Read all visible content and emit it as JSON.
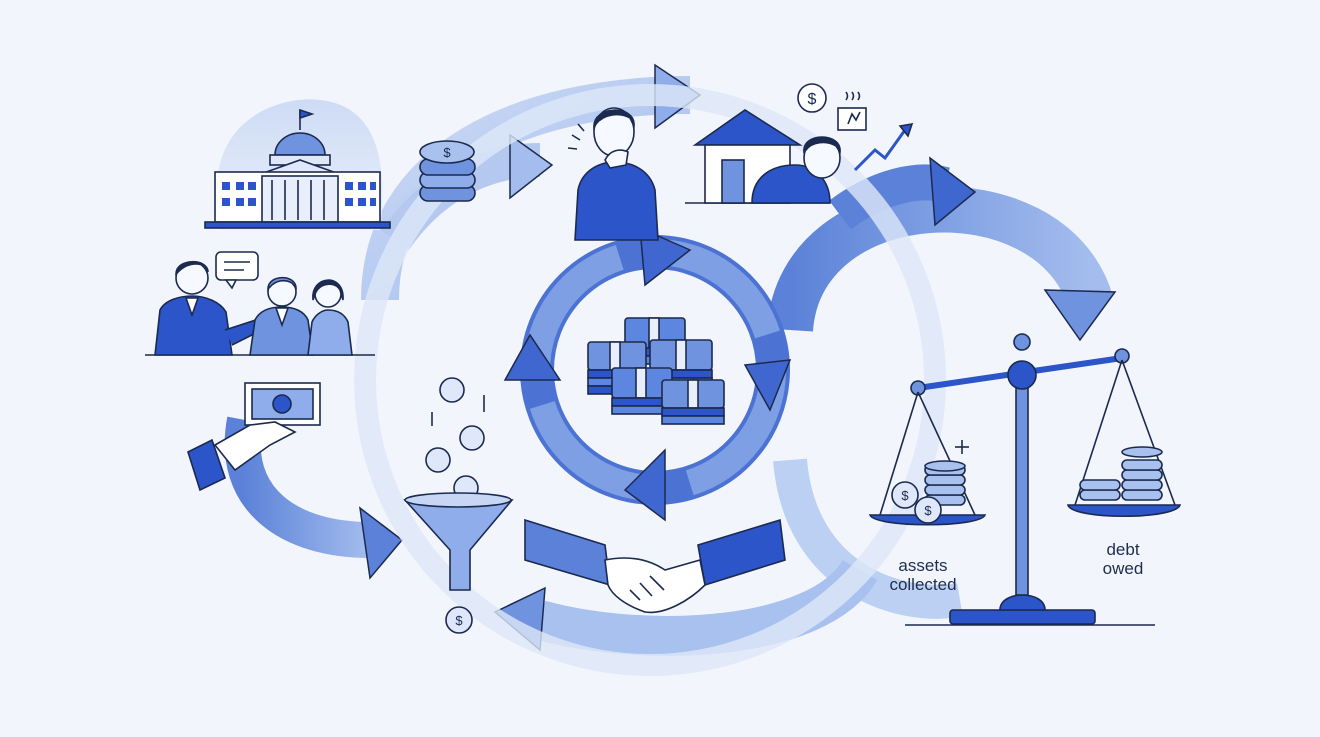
{
  "labels": {
    "assets": [
      "assets",
      "collected"
    ],
    "debt": [
      "debt",
      "owed"
    ]
  },
  "icons": {
    "government": "capitol-building-icon",
    "officials": "business-people-icon",
    "payment": "hand-holding-cash-icon",
    "coins_stack": "coin-stack-icon",
    "worried_person": "thinking-person-icon",
    "home_owner": "house-distress-icon",
    "funnel": "money-funnel-icon",
    "cash": "cash-stacks-icon",
    "handshake": "handshake-icon",
    "scale": "balance-scale-icon"
  },
  "colors": {
    "primary": "#2b55c8",
    "arrow_light": "#a9c1ee",
    "arrow_mid": "#6f93de",
    "line": "#1b2a4e",
    "background": "#f2f6fc"
  }
}
